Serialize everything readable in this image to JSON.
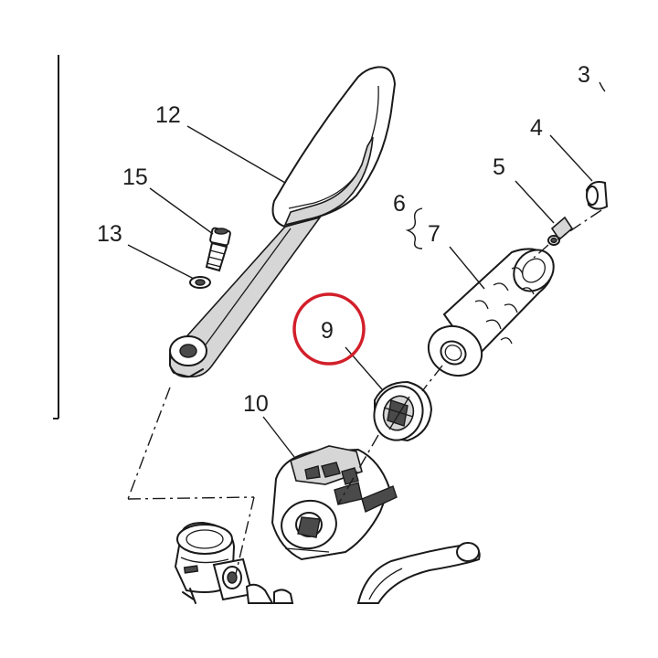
{
  "callouts": {
    "p3": "3",
    "p4": "4",
    "p5": "5",
    "p6": "6",
    "p7": "7",
    "p9": "9",
    "p10": "10",
    "p12": "12",
    "p13": "13",
    "p15": "15"
  },
  "highlight": {
    "part": "9",
    "color": "#d21f2a"
  },
  "colors": {
    "line": "#1a1a1a",
    "shading": "#d6d6d6",
    "background": "#ffffff"
  }
}
